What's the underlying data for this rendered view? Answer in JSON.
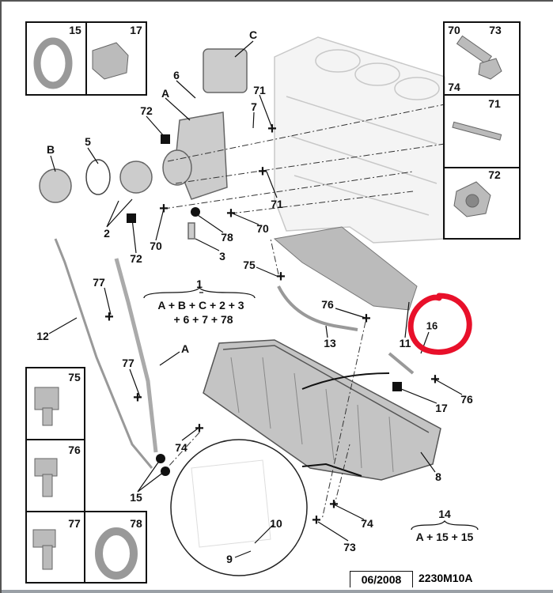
{
  "diagram": {
    "inset_labels": {
      "top_left": [
        "15",
        "17"
      ],
      "top_right": [
        "70",
        "73",
        "74",
        "71",
        "72"
      ],
      "bottom_left": [
        "75",
        "76",
        "77",
        "78"
      ]
    },
    "callouts": {
      "c": "C",
      "n6": "6",
      "a_top": "A",
      "n72a": "72",
      "n71a": "71",
      "n7": "7",
      "b": "B",
      "n5": "5",
      "n2": "2",
      "n72b": "72",
      "n70a": "70",
      "n78": "78",
      "n3": "3",
      "n71b": "71",
      "n70b": "70",
      "n75": "75",
      "n77a": "77",
      "n12": "12",
      "n77b": "77",
      "a_mid": "A",
      "n76a": "76",
      "n13": "13",
      "n16": "16",
      "n11": "11",
      "n17": "17",
      "n76b": "76",
      "n8": "8",
      "n74a": "74",
      "n15": "15",
      "n10": "10",
      "n9": "9",
      "n74b": "74",
      "n73": "73"
    },
    "kit1": {
      "number": "1",
      "line1": "A + B + C + 2 + 3",
      "line2": "+ 6 + 7 + 78"
    },
    "kit14": {
      "number": "14",
      "line1": "A + 15 + 15"
    },
    "date": "06/2008",
    "reference_code": "2230M10A",
    "highlight_color": "#e8102a"
  }
}
